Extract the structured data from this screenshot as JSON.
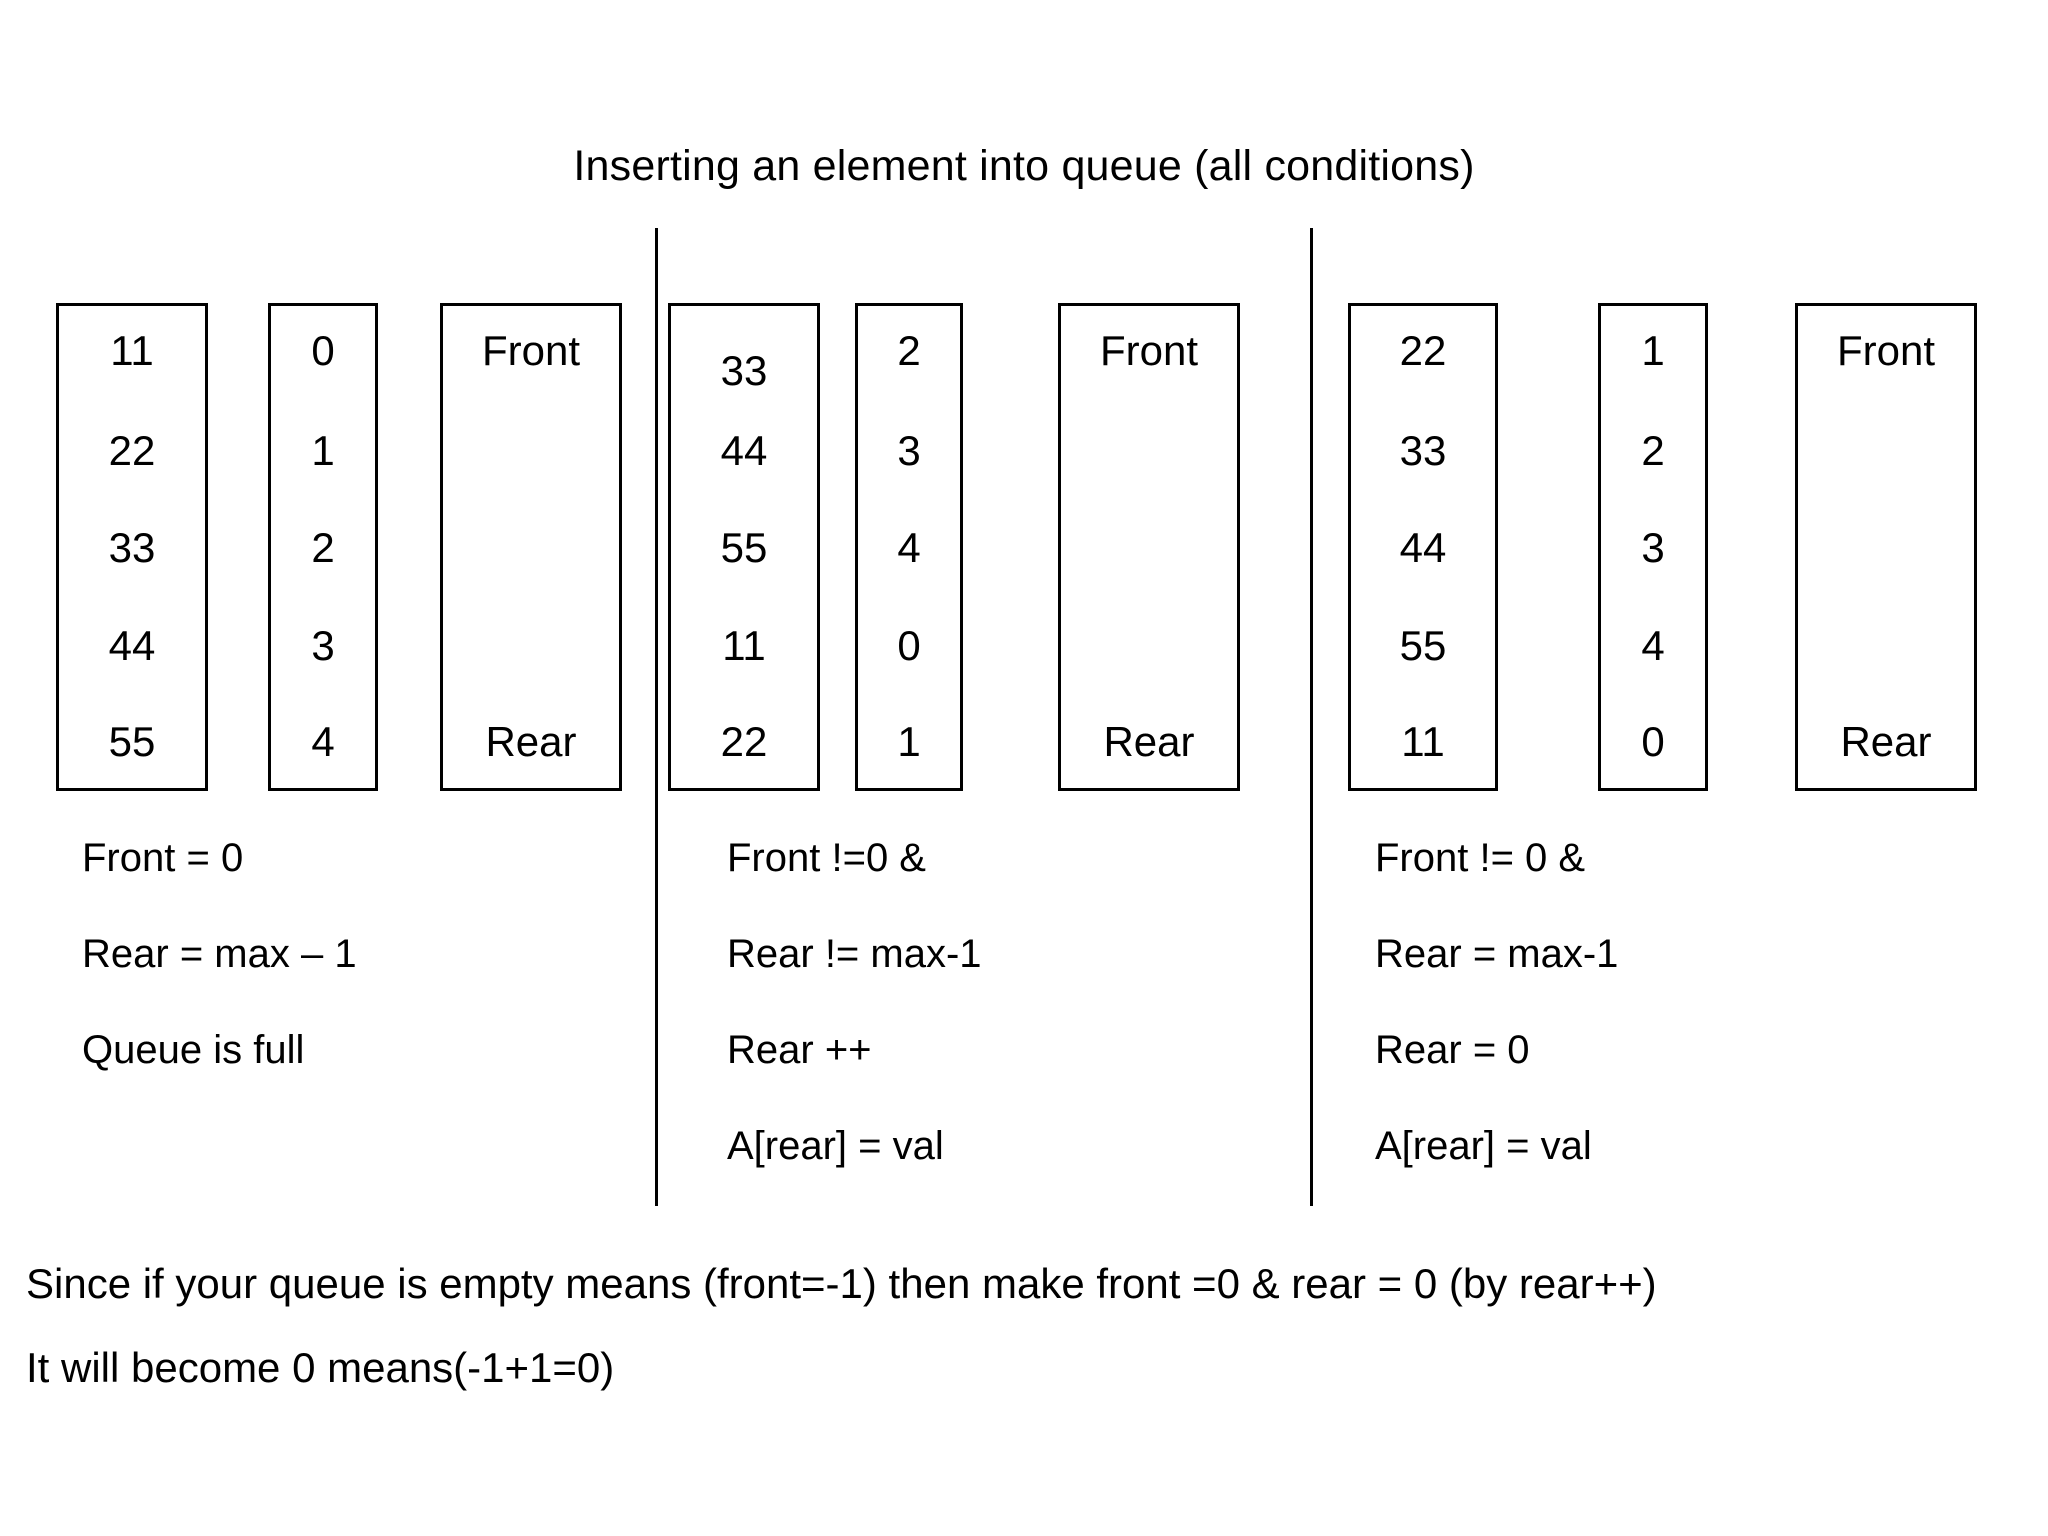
{
  "slide": {
    "title": "Inserting an element into queue (all conditions)",
    "background_color": "#ffffff",
    "line_color": "#000000"
  },
  "groups": [
    {
      "id": "group-1",
      "values_column": {
        "header": "",
        "cells": [
          "11",
          "22",
          "33",
          "44",
          "55"
        ]
      },
      "index_column": {
        "header": "",
        "cells": [
          "0",
          "1",
          "2",
          "3",
          "4"
        ]
      },
      "pointer_column": {
        "front_label": "Front",
        "rear_label": "Rear"
      },
      "conditions": [
        "Front = 0",
        "Rear = max – 1",
        "Queue is full"
      ]
    },
    {
      "id": "group-2",
      "values_column": {
        "header": "",
        "cells": [
          "33",
          "44",
          "55",
          "11",
          "22"
        ]
      },
      "index_column": {
        "header": "",
        "cells": [
          "2",
          "3",
          "4",
          "0",
          "1"
        ]
      },
      "pointer_column": {
        "front_label": "Front",
        "rear_label": "Rear"
      },
      "conditions": [
        "Front !=0 &",
        "Rear != max-1",
        "Rear ++",
        "A[rear] = val"
      ]
    },
    {
      "id": "group-3",
      "values_column": {
        "header": "",
        "cells": [
          "22",
          "33",
          "44",
          "55",
          "11"
        ]
      },
      "index_column": {
        "header": "",
        "cells": [
          "1",
          "2",
          "3",
          "4",
          "0"
        ]
      },
      "pointer_column": {
        "front_label": "Front",
        "rear_label": "Rear"
      },
      "conditions": [
        "Front != 0 &",
        "Rear = max-1",
        "Rear = 0",
        "A[rear] = val"
      ]
    }
  ],
  "footer": {
    "line1": "Since if your queue is empty means (front=-1) then make front =0 & rear = 0 (by rear++)",
    "line2": "It will become 0 means(-1+1=0)"
  }
}
